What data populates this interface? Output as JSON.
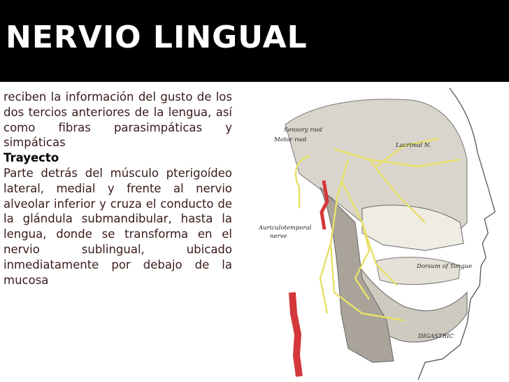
{
  "slide": {
    "title": "NERVIO LINGUAL",
    "paragraph1": "reciben la información del gusto de los dos tercios anteriores de la lengua, así como fibras parasimpáticas y simpáticas",
    "subheading": "Trayecto",
    "paragraph2": "Parte detrás del músculo pterigoídeo lateral, medial y frente al nervio alveolar inferior y cruza el conducto de la glándula submandibular, hasta la lengua, donde se transforma en el nervio sublingual, ubicado inmediatamente por debajo de la mucosa"
  },
  "figure": {
    "labels": {
      "sensory_root": "Sensory root",
      "motor_root": "Motor root",
      "lacrimal": "Lacrimal N.",
      "auriculotemporal_1": "Auriculotemporal",
      "auriculotemporal_2": "nerve",
      "dorsum": "Dorsum of Tongue",
      "digastric": "DIGASTRIC"
    }
  },
  "colors": {
    "title_bar": "#000000",
    "title_text": "#ffffff",
    "body_text": "#3a1a1a",
    "nerve": "#e8e06a",
    "artery": "#d4383a"
  }
}
